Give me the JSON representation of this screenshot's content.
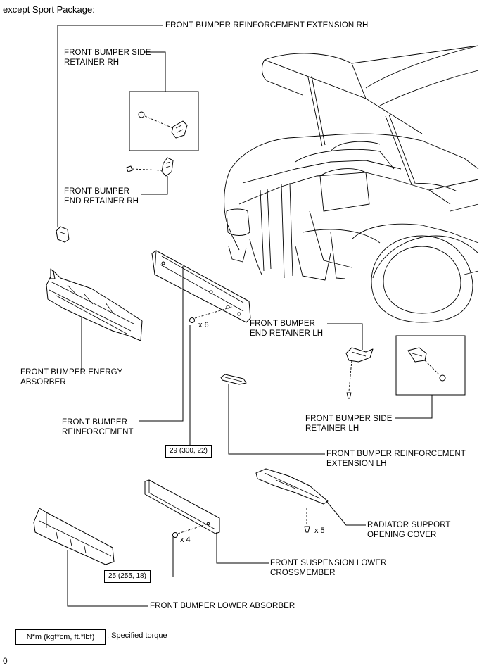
{
  "header": "except Sport Package:",
  "labels": {
    "reinf_ext_rh": "FRONT BUMPER REINFORCEMENT EXTENSION RH",
    "side_ret_rh": "FRONT BUMPER SIDE\nRETAINER RH",
    "end_ret_rh": "FRONT BUMPER\nEND RETAINER RH",
    "energy_absorber": "FRONT BUMPER ENERGY\nABSORBER",
    "reinforcement": "FRONT BUMPER\nREINFORCEMENT",
    "end_ret_lh": "FRONT BUMPER\nEND RETAINER LH",
    "side_ret_lh": "FRONT BUMPER SIDE\nRETAINER LH",
    "reinf_ext_lh": "FRONT BUMPER REINFORCEMENT\nEXTENSION LH",
    "radiator_cover": "RADIATOR SUPPORT\nOPENING COVER",
    "susp_crossmember": "FRONT SUSPENSION LOWER\nCROSSMEMBER",
    "lower_absorber": "FRONT BUMPER LOWER ABSORBER"
  },
  "quantities": {
    "reinf_bolts": "x 6",
    "cross_bolts": "x 4",
    "cover_clips": "x 5"
  },
  "torques": {
    "reinforcement": "29 (300, 22)",
    "crossmember": "25 (255, 18)"
  },
  "legend": {
    "box": "N*m (kgf*cm, ft.*lbf)",
    "text": ": Specified torque"
  },
  "footer": "0"
}
